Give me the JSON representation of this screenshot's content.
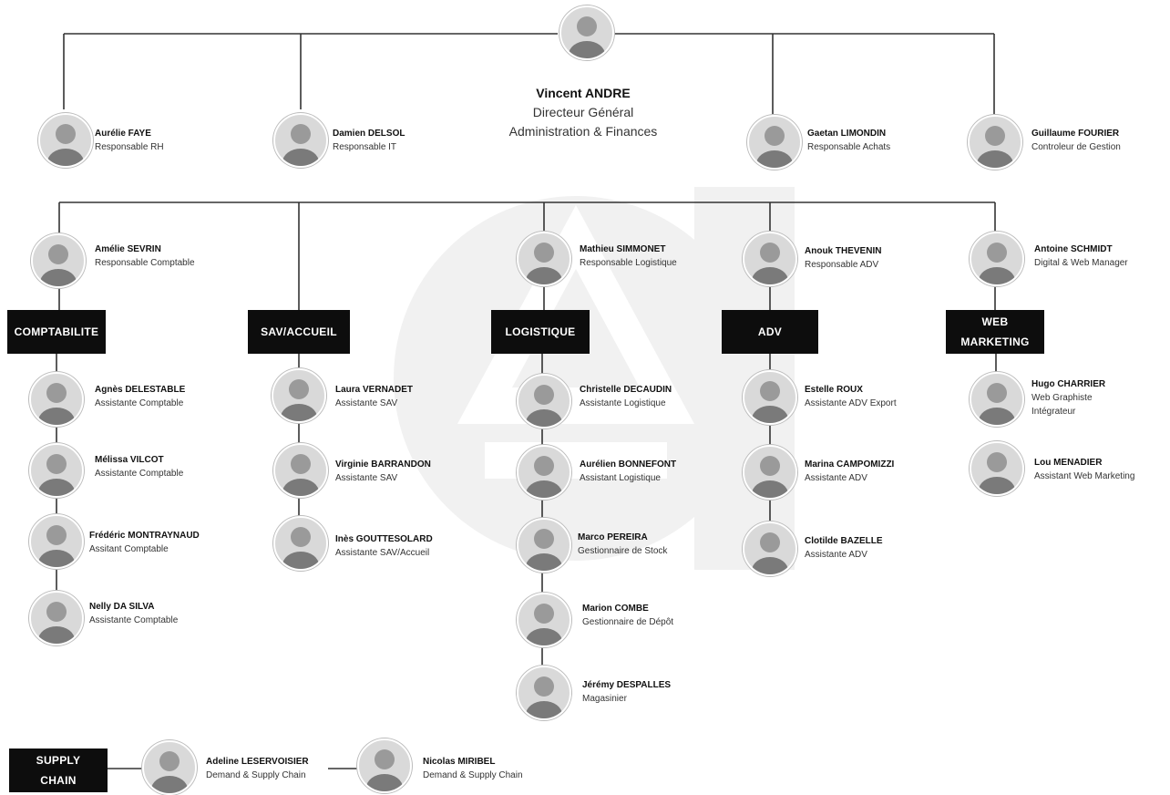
{
  "ceo": {
    "name": "Vincent ANDRE",
    "title_line1": "Directeur Général",
    "title_line2": "Administration & Finances"
  },
  "top_row": [
    {
      "name": "Aurélie FAYE",
      "role": "Responsable RH"
    },
    {
      "name": "Damien DELSOL",
      "role": "Responsable IT"
    },
    {
      "name": "Gaetan LIMONDIN",
      "role": "Responsable Achats"
    },
    {
      "name": "Guillaume FOURIER",
      "role": "Controleur de Gestion"
    }
  ],
  "departments": [
    {
      "label": "COMPTABILITE",
      "head": {
        "name": "Amélie SEVRIN",
        "role": "Responsable Comptable"
      },
      "members": [
        {
          "name": "Agnès DELESTABLE",
          "role": "Assistante Comptable"
        },
        {
          "name": "Mélissa VILCOT",
          "role": "Assistante Comptable"
        },
        {
          "name": "Frédéric MONTRAYNAUD",
          "role": "Assitant Comptable"
        },
        {
          "name": "Nelly DA SILVA",
          "role": "Assistante Comptable"
        }
      ]
    },
    {
      "label": "SAV/ACCUEIL",
      "head": null,
      "members": [
        {
          "name": "Laura VERNADET",
          "role": "Assistante SAV"
        },
        {
          "name": "Virginie BARRANDON",
          "role": "Assistante SAV"
        },
        {
          "name": "Inès GOUTTESOLARD",
          "role": "Assistante SAV/Accueil"
        }
      ]
    },
    {
      "label": "LOGISTIQUE",
      "head": {
        "name": "Mathieu SIMMONET",
        "role": "Responsable Logistique"
      },
      "members": [
        {
          "name": "Christelle DECAUDIN",
          "role": "Assistante Logistique"
        },
        {
          "name": "Aurélien BONNEFONT",
          "role": "Assistant Logistique"
        },
        {
          "name": "Marco PEREIRA",
          "role": "Gestionnaire de Stock"
        },
        {
          "name": "Marion COMBE",
          "role": "Gestionnaire de Dépôt"
        },
        {
          "name": "Jérémy DESPALLES",
          "role": "Magasinier"
        }
      ]
    },
    {
      "label": "ADV",
      "head": {
        "name": "Anouk THEVENIN",
        "role": "Responsable ADV"
      },
      "members": [
        {
          "name": "Estelle ROUX",
          "role": "Assistante ADV Export"
        },
        {
          "name": "Marina CAMPOMIZZI",
          "role": "Assistante ADV"
        },
        {
          "name": "Clotilde BAZELLE",
          "role": "Assistante ADV"
        }
      ]
    },
    {
      "label_line1": "WEB",
      "label_line2": "MARKETING",
      "head": {
        "name": "Antoine SCHMIDT",
        "role": "Digital & Web Manager"
      },
      "members": [
        {
          "name": "Hugo CHARRIER",
          "role_line1": "Web Graphiste",
          "role_line2": "Intégrateur"
        },
        {
          "name": "Lou MENADIER",
          "role": "Assistant Web Marketing"
        }
      ]
    }
  ],
  "supply_chain": {
    "label_line1": "SUPPLY",
    "label_line2": "CHAIN",
    "members": [
      {
        "name": "Adeline LESERVOISIER",
        "role": "Demand & Supply Chain"
      },
      {
        "name": "Nicolas MIRIBEL",
        "role": "Demand & Supply Chain"
      }
    ]
  },
  "colors": {
    "line": "#333333",
    "dept_bg": "#0d0d0d",
    "dept_text": "#ffffff",
    "watermark": "#f1f1f1"
  }
}
